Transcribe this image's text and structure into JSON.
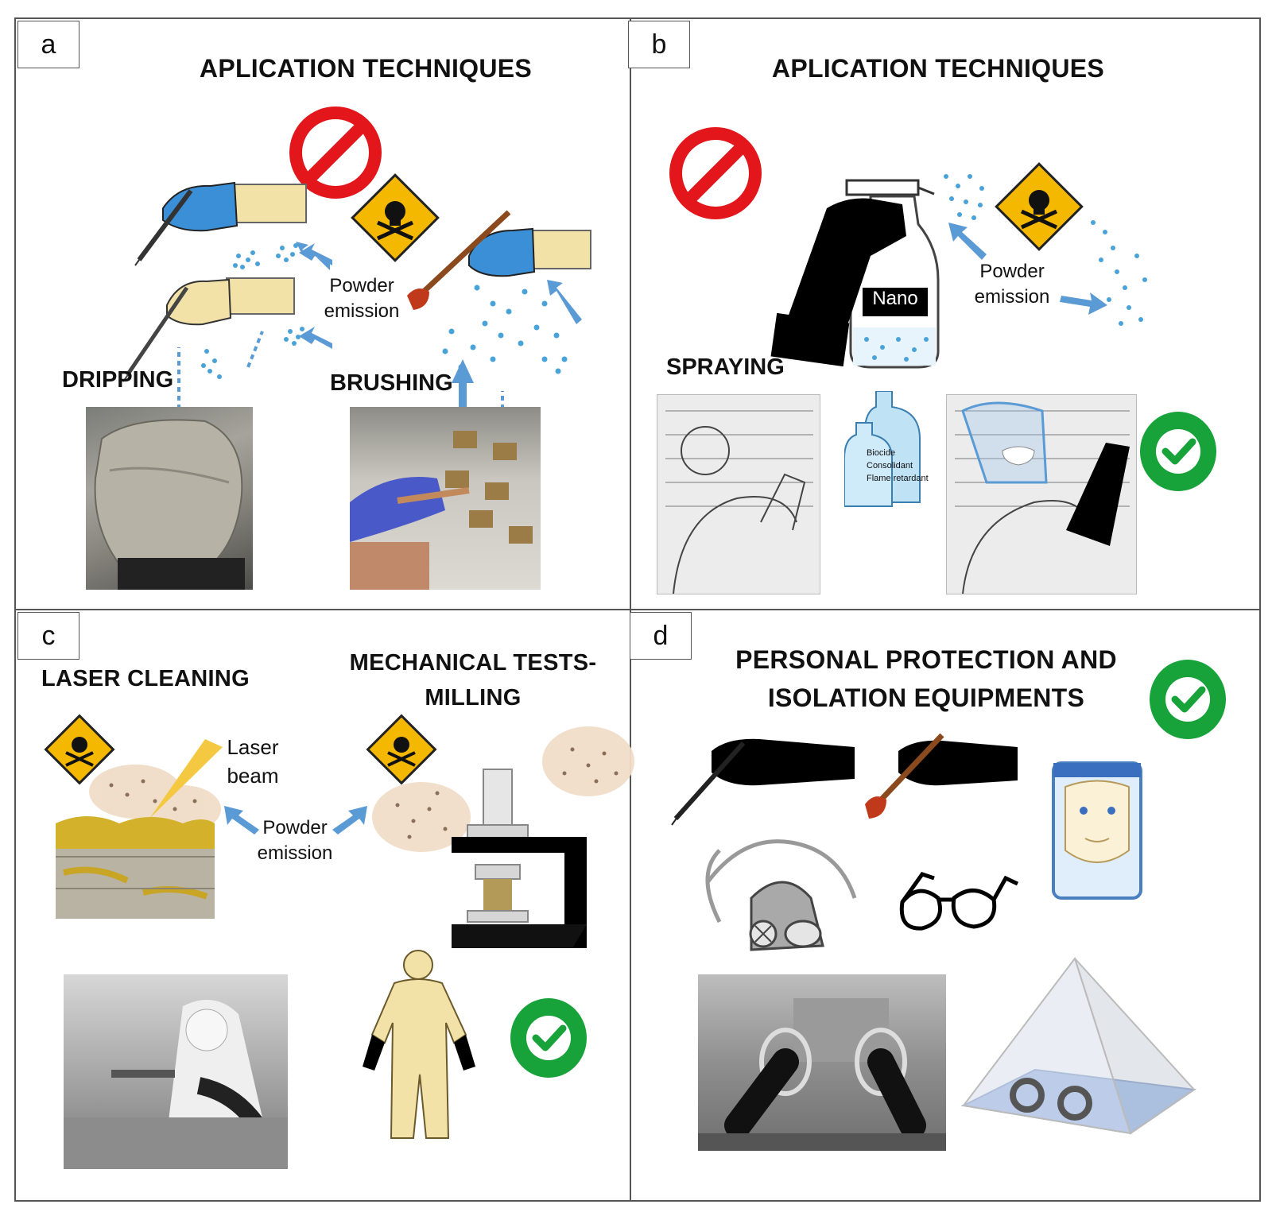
{
  "panels": {
    "a": {
      "tag": "a",
      "title": "APLICATION TECHNIQUES",
      "dripping": "DRIPPING",
      "brushing": "BRUSHING",
      "powder_line1": "Powder",
      "powder_line2": "emission"
    },
    "b": {
      "tag": "b",
      "title": "APLICATION TECHNIQUES",
      "spraying": "SPRAYING",
      "bottle_label": "Nano",
      "powder_line1": "Powder",
      "powder_line2": "emission",
      "container_labels": [
        "Biocide",
        "Consolidant",
        "Flame retardant"
      ]
    },
    "c": {
      "tag": "c",
      "laser_title": "LASER CLEANING",
      "mech_title_line1": "MECHANICAL TESTS-",
      "mech_title_line2": "MILLING",
      "laser_line1": "Laser",
      "laser_line2": "beam",
      "powder_line1": "Powder",
      "powder_line2": "emission"
    },
    "d": {
      "tag": "d",
      "title_line1": "PERSONAL PROTECTION AND",
      "title_line2": "ISOLATION EQUIPMENTS"
    }
  },
  "colors": {
    "prohibited_red": "#e3161b",
    "hazard_yellow": "#f5b800",
    "glove_blue": "#3a8fd6",
    "arrow_blue": "#5b9bd5",
    "particle_blue": "#4aa3d8",
    "check_green": "#17a33a",
    "skin_beige": "#f2e2a8",
    "dust_beige": "#f0dcc8"
  }
}
